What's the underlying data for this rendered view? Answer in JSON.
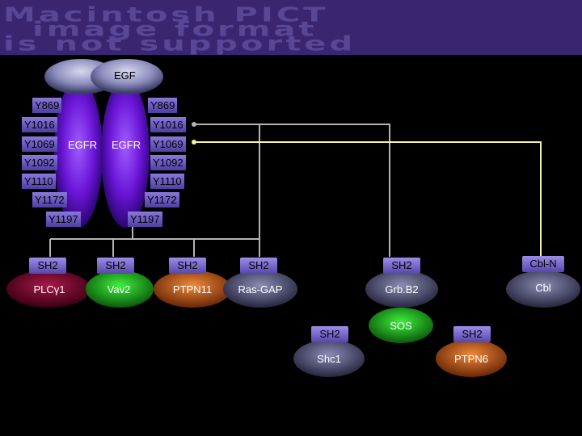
{
  "placeholder_graphic": {
    "lines": [
      "Macintosh PICT",
      "image format",
      "is not supported"
    ]
  },
  "ligand": {
    "label": "EGF"
  },
  "receptors": {
    "left_label": "EGFR",
    "right_label": "EGFR",
    "left_sites": [
      "Y869",
      "Y1016",
      "Y1069",
      "Y1092",
      "Y1110",
      "Y1172",
      "Y1197"
    ],
    "right_sites": [
      "Y869",
      "Y1016",
      "Y1069",
      "Y1092",
      "Y1110",
      "Y1172",
      "Y1197"
    ]
  },
  "domains": {
    "sh2": "SH2",
    "cbl_n": "Cbl-N"
  },
  "proteins": {
    "plcg1": "PLCγ1",
    "vav2": "Vav2",
    "ptpn11": "PTPN11",
    "rasgap": "Ras-GAP",
    "grb2": "Grb.B2",
    "cbl": "Cbl",
    "sos": "SOS",
    "shc1": "Shc1",
    "ptpn6": "PTPN6"
  },
  "colors": {
    "background": "#000000",
    "receptor": "#7a1fe0",
    "sh2_domain": "#7b6bd0",
    "plcg1": "#7a0a2e",
    "vav2": "#17b41a",
    "ptpn11": "#c0561a",
    "grey_protein": "#55557a",
    "sos": "#15c81a",
    "ptpn6": "#d8641a",
    "link_grey": "#b4b4b4",
    "link_yellow": "#f6f2a8"
  }
}
